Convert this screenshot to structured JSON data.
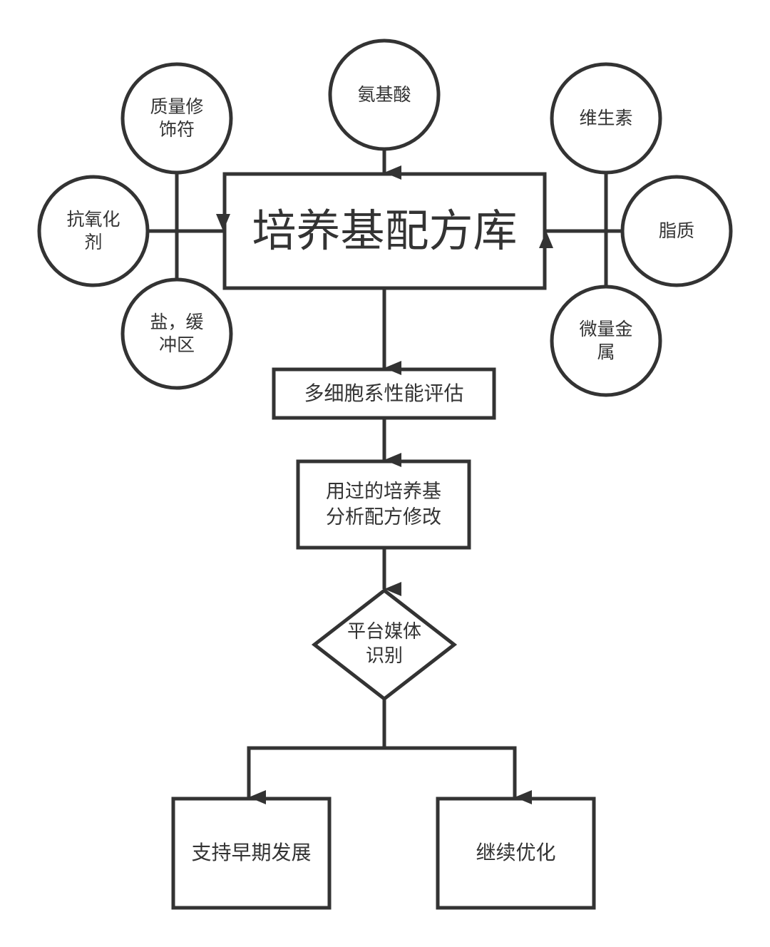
{
  "diagram": {
    "stroke_color": "#333333",
    "ingredients_left": [
      {
        "id": "quality-modifier",
        "label": "质量修\n饰符"
      },
      {
        "id": "antioxidant",
        "label": "抗氧化\n剂"
      },
      {
        "id": "salt-buffer",
        "label": "盐，缓\n冲区"
      }
    ],
    "ingredient_top": {
      "id": "amino-acid",
      "label": "氨基酸"
    },
    "ingredients_right": [
      {
        "id": "vitamin",
        "label": "维生素"
      },
      {
        "id": "lipid",
        "label": "脂质"
      },
      {
        "id": "trace-metal",
        "label": "微量金\n属"
      }
    ],
    "main_node": {
      "label": "培养基配方库"
    },
    "steps": [
      {
        "id": "multi-cell-eval",
        "label": "多细胞系性能评估"
      },
      {
        "id": "spent-media-analysis",
        "label": "用过的培养基\n分析配方修改"
      }
    ],
    "decision": {
      "label": "平台媒体\n识别"
    },
    "outcomes": [
      {
        "id": "support-early-dev",
        "label": "支持早期发展"
      },
      {
        "id": "continue-optimize",
        "label": "继续优化"
      }
    ]
  }
}
